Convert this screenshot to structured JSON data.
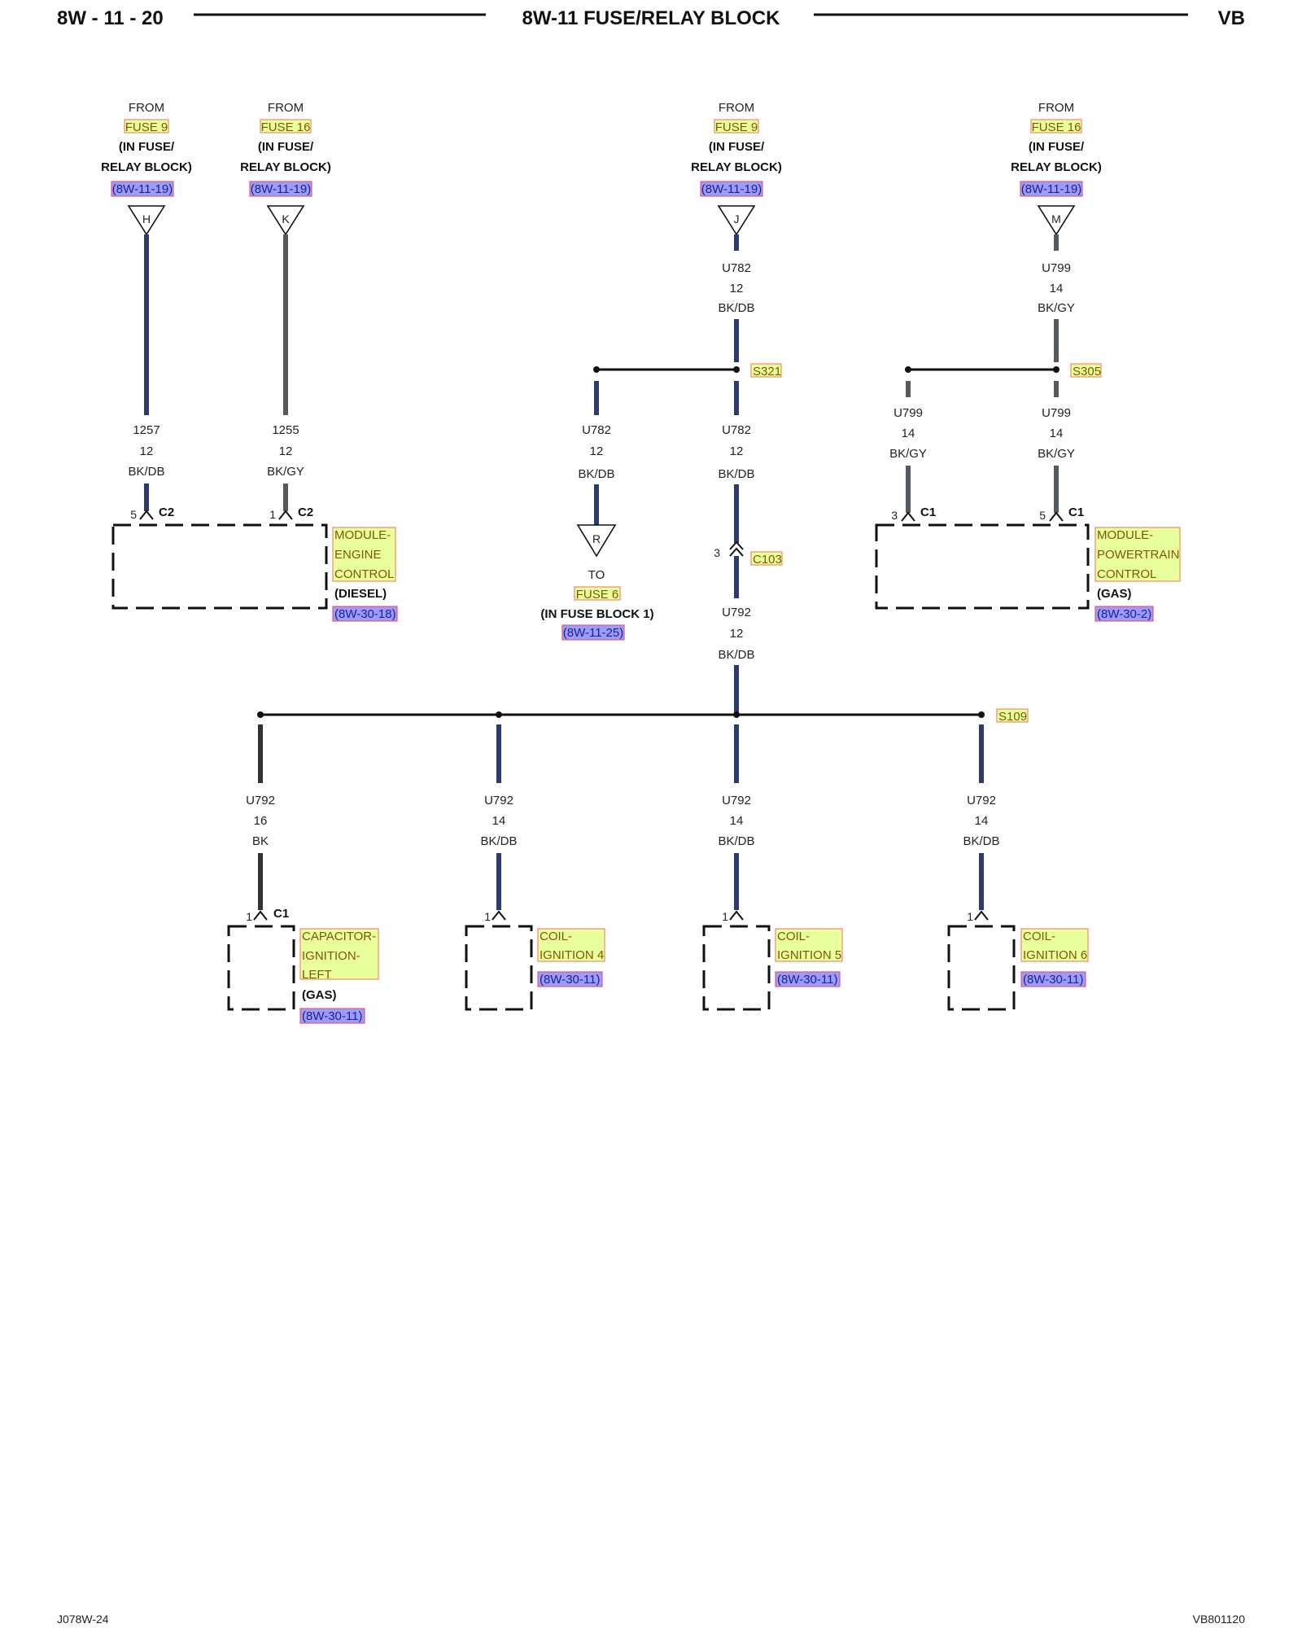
{
  "header": {
    "page_number": "8W - 11 - 20",
    "title": "8W-11 FUSE/RELAY BLOCK",
    "vehicle": "VB"
  },
  "footer": {
    "left_code": "J078W-24",
    "right_code": "VB801120"
  },
  "sources": [
    {
      "from": "FROM",
      "fuse": "FUSE 9",
      "loc1": "(IN FUSE/",
      "loc2": "RELAY BLOCK)",
      "ref": "(8W-11-19)",
      "connector": "H"
    },
    {
      "from": "FROM",
      "fuse": "FUSE 16",
      "loc1": "(IN FUSE/",
      "loc2": "RELAY BLOCK)",
      "ref": "(8W-11-19)",
      "connector": "K"
    },
    {
      "from": "FROM",
      "fuse": "FUSE 9",
      "loc1": "(IN FUSE/",
      "loc2": "RELAY BLOCK)",
      "ref": "(8W-11-19)",
      "connector": "J"
    },
    {
      "from": "FROM",
      "fuse": "FUSE 16",
      "loc1": "(IN FUSE/",
      "loc2": "RELAY BLOCK)",
      "ref": "(8W-11-19)",
      "connector": "M"
    }
  ],
  "wires": {
    "w1257": {
      "circuit": "1257",
      "gauge": "12",
      "color": "BK/DB"
    },
    "w1255": {
      "circuit": "1255",
      "gauge": "12",
      "color": "BK/GY"
    },
    "u782_top": {
      "circuit": "U782",
      "gauge": "12",
      "color": "BK/DB"
    },
    "u782_left": {
      "circuit": "U782",
      "gauge": "12",
      "color": "BK/DB"
    },
    "u782_mid": {
      "circuit": "U782",
      "gauge": "12",
      "color": "BK/DB"
    },
    "u799_top": {
      "circuit": "U799",
      "gauge": "14",
      "color": "BK/GY"
    },
    "u799_left": {
      "circuit": "U799",
      "gauge": "14",
      "color": "BK/GY"
    },
    "u799_right": {
      "circuit": "U799",
      "gauge": "14",
      "color": "BK/GY"
    },
    "u792_main": {
      "circuit": "U792",
      "gauge": "12",
      "color": "BK/DB"
    },
    "u792_a": {
      "circuit": "U792",
      "gauge": "16",
      "color": "BK"
    },
    "u792_b": {
      "circuit": "U792",
      "gauge": "14",
      "color": "BK/DB"
    },
    "u792_c": {
      "circuit": "U792",
      "gauge": "14",
      "color": "BK/DB"
    },
    "u792_d": {
      "circuit": "U792",
      "gauge": "14",
      "color": "BK/DB"
    }
  },
  "splices": {
    "s321": "S321",
    "s305": "S305",
    "s109": "S109"
  },
  "inline_connector": {
    "name": "C103",
    "pin": "3"
  },
  "fuse6_dest": {
    "connector": "R",
    "to": "TO",
    "fuse": "FUSE 6",
    "loc": "(IN FUSE BLOCK 1)",
    "ref": "(8W-11-25)"
  },
  "ecm": {
    "pin_a": "5",
    "conn_a": "C2",
    "pin_b": "1",
    "conn_b": "C2",
    "name": [
      "MODULE-",
      "ENGINE",
      "CONTROL"
    ],
    "variant": "(DIESEL)",
    "ref": "(8W-30-18)"
  },
  "pcm": {
    "pin_a": "3",
    "conn_a": "C1",
    "pin_b": "5",
    "conn_b": "C1",
    "name": [
      "MODULE-",
      "POWERTRAIN",
      "CONTROL"
    ],
    "variant": "(GAS)",
    "ref": "(8W-30-2)"
  },
  "loads": [
    {
      "pin": "1",
      "conn": "C1",
      "name": [
        "CAPACITOR-",
        "IGNITION-",
        "LEFT"
      ],
      "variant": "(GAS)",
      "ref": "(8W-30-11)"
    },
    {
      "pin": "1",
      "name": [
        "COIL-",
        "IGNITION 4"
      ],
      "ref": "(8W-30-11)"
    },
    {
      "pin": "1",
      "name": [
        "COIL-",
        "IGNITION 5"
      ],
      "ref": "(8W-30-11)"
    },
    {
      "pin": "1",
      "name": [
        "COIL-",
        "IGNITION 6"
      ],
      "ref": "(8W-30-11)"
    }
  ],
  "colors": {
    "highlight_green": "#e9ff9e",
    "highlight_blue": "#9c9cff",
    "wire_db": "#2c3a6e",
    "wire_gy": "#555a5e"
  }
}
